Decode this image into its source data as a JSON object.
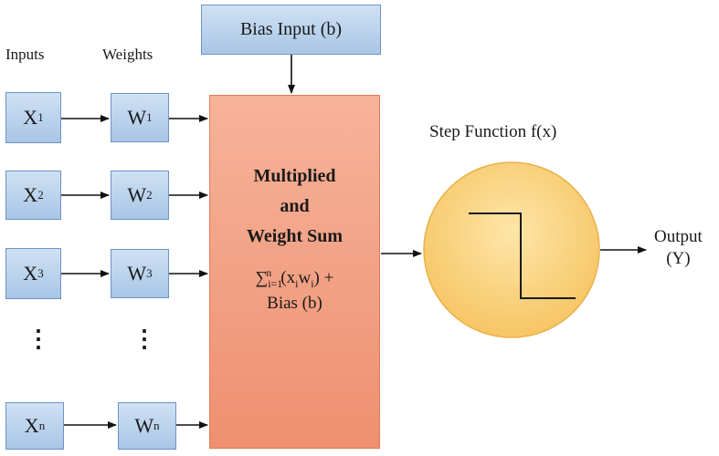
{
  "headers": {
    "inputs": "Inputs",
    "weights": "Weights"
  },
  "bias_box": "Bias Input (b)",
  "inputs": [
    {
      "base": "X",
      "sub": "1"
    },
    {
      "base": "X",
      "sub": "2"
    },
    {
      "base": "X",
      "sub": "3"
    },
    {
      "base": "X",
      "sub": "n"
    }
  ],
  "weights": [
    {
      "base": "W",
      "sub": "1"
    },
    {
      "base": "W",
      "sub": "2"
    },
    {
      "base": "W",
      "sub": "3"
    },
    {
      "base": "W",
      "sub": "n"
    }
  ],
  "ellipsis": "⋮",
  "sum_block": {
    "line1": "Multiplied",
    "line2": "and",
    "line3": "Weight Sum",
    "formula_sigma": "∑",
    "formula_sub": "i=1",
    "formula_sup": "n",
    "formula_body": "(x",
    "formula_xi_sub": "i",
    "formula_w": "w",
    "formula_wi_sub": "i",
    "formula_tail": ") +",
    "formula_line2": "Bias (b)"
  },
  "activation": {
    "label": "Step Function f(x)"
  },
  "output": {
    "line1": "Output",
    "line2": "(Y)"
  },
  "colors": {
    "box_fill": "#a9c6e6",
    "box_border": "#6e93c4",
    "sum_fill": "#ee9070",
    "sum_border": "#e07a55",
    "circle_fill": "#f7cf78",
    "circle_border": "#e8b24a"
  }
}
